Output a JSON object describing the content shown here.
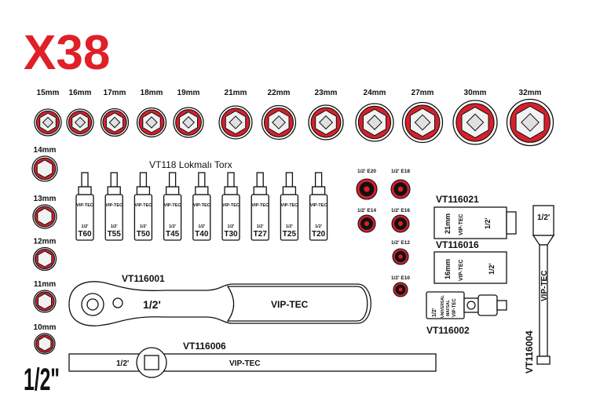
{
  "header": {
    "quantity": "X38",
    "drive_size": "1/2\""
  },
  "colors": {
    "accent": "#d6202b",
    "outline": "#111111",
    "background": "#ffffff"
  },
  "top_sockets": [
    "15mm",
    "16mm",
    "17mm",
    "18mm",
    "19mm",
    "21mm",
    "22mm",
    "23mm",
    "24mm",
    "27mm",
    "30mm",
    "32mm"
  ],
  "side_sockets": [
    "14mm",
    "13mm",
    "12mm",
    "11mm",
    "10mm"
  ],
  "torx_bits": {
    "title": "VT118 Lokmalı Torx",
    "brand": "VIP-TEC",
    "drive": "1/2'",
    "sizes": [
      "T60",
      "T55",
      "T50",
      "T45",
      "T40",
      "T30",
      "T27",
      "T25",
      "T20"
    ]
  },
  "e_sockets": [
    "1/2' E20",
    "1/2' E18",
    "1/2' E14",
    "1/2' E16",
    "1/2' E12",
    "1/2' E10"
  ],
  "extensions": [
    {
      "code": "VT116021",
      "size": "21mm",
      "brand": "VIP-TEC",
      "drive": "1/2'"
    },
    {
      "code": "VT116016",
      "size": "16mm",
      "brand": "VIP-TEC",
      "drive": "1/2'"
    }
  ],
  "ratchet": {
    "code": "VT116001",
    "drive": "1/2'",
    "brand": "VIP-TEC"
  },
  "tbar": {
    "code": "VT116006",
    "drive": "1/2'",
    "brand": "VIP-TEC"
  },
  "universal_joint": {
    "code": "VT116002",
    "drive": "1/2'",
    "label": "UNIVERSAL",
    "sub": "MAFSAL",
    "brand": "VIP-TEC"
  },
  "long_extension": {
    "code": "VT116004",
    "drive": "1/2'",
    "brand": "VIP-TEC"
  }
}
